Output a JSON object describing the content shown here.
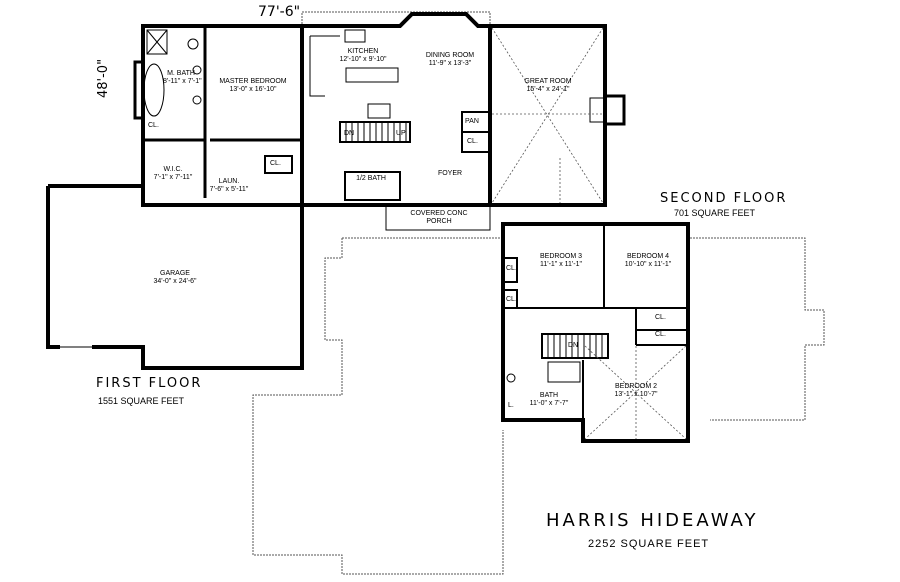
{
  "plan": {
    "name": "HARRIS HIDEAWAY",
    "total_area": "2252 SQUARE FEET",
    "width_dimension": "77'-6\"",
    "depth_dimension": "48'-0\"",
    "colors": {
      "wall": "#000000",
      "background": "#ffffff",
      "dashed_outline": "#555555"
    }
  },
  "first_floor": {
    "title": "FIRST FLOOR",
    "area": "1551 SQUARE FEET",
    "rooms": [
      {
        "name": "M. BATH",
        "dim": "8'-11\" x 7'-1\""
      },
      {
        "name": "MASTER BEDROOM",
        "dim": "13'-0\" x 16'-10\""
      },
      {
        "name": "KITCHEN",
        "dim": "12'-10\" x 9'-10\""
      },
      {
        "name": "DINING ROOM",
        "dim": "11'-9\" x 13'-3\""
      },
      {
        "name": "GREAT ROOM",
        "dim": "15'-4\" x 24'-1\""
      },
      {
        "name": "W.I.C.",
        "dim": "7'-1\" x 7'-11\""
      },
      {
        "name": "LAUN.",
        "dim": "7'-6\" x 5'-11\""
      },
      {
        "name": "1/2 BATH",
        "dim": ""
      },
      {
        "name": "FOYER",
        "dim": ""
      },
      {
        "name": "COVERED CONC PORCH",
        "dim": ""
      },
      {
        "name": "GARAGE",
        "dim": "34'-0\" x 24'-6\""
      }
    ],
    "small_labels": {
      "closet": "CL.",
      "pantry": "PAN",
      "stairs_dn": "DN",
      "stairs_up": "UP"
    }
  },
  "second_floor": {
    "title": "SECOND FLOOR",
    "area": "701 SQUARE FEET",
    "rooms": [
      {
        "name": "BEDROOM 3",
        "dim": "11'-1\" x 11'-1\""
      },
      {
        "name": "BEDROOM 4",
        "dim": "10'-10\" x 11'-1\""
      },
      {
        "name": "BEDROOM 2",
        "dim": "13'-1\" x 10'-7\""
      },
      {
        "name": "BATH",
        "dim": "11'-0\" x 7'-7\""
      }
    ],
    "small_labels": {
      "closet": "CL.",
      "linen": "L.",
      "stairs_dn": "DN"
    }
  }
}
